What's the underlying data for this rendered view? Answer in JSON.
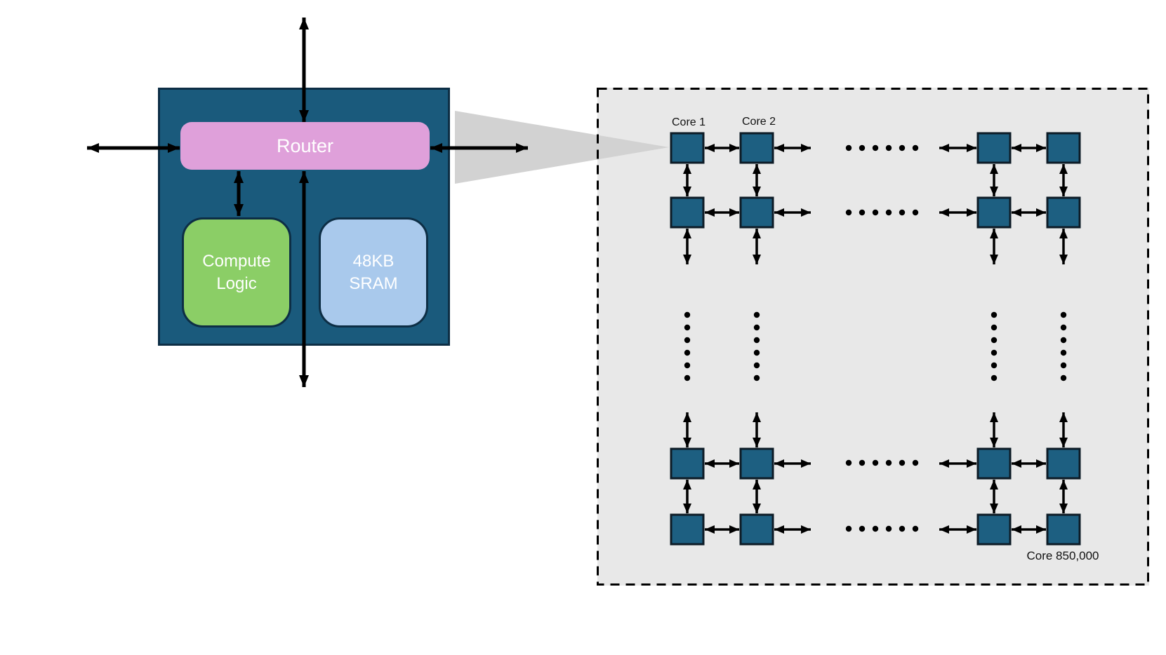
{
  "left_core_diagram": {
    "router_label": "Router",
    "compute_logic": {
      "line1": "Compute",
      "line2": "Logic"
    },
    "sram": {
      "line1": "48KB",
      "line2": "SRAM"
    }
  },
  "core_grid": {
    "core1_label": "Core 1",
    "core2_label": "Core 2",
    "last_core_label": "Core 850,000"
  },
  "colors": {
    "core_block_fill": "#1a5a7c",
    "core_block_border": "#0d2e45",
    "router_fill": "#dfa0da",
    "compute_fill": "#8bce66",
    "sram_fill": "#a9c9ec",
    "grid_background": "#e8e8e8",
    "grid_border": "#000000",
    "core_square_fill": "#1d5f81",
    "core_square_border": "#0d1b26",
    "callout_triangle": "#d2d2d2",
    "arrow_color": "#000000",
    "label_text": "#111111",
    "box_text": "#ffffff"
  }
}
